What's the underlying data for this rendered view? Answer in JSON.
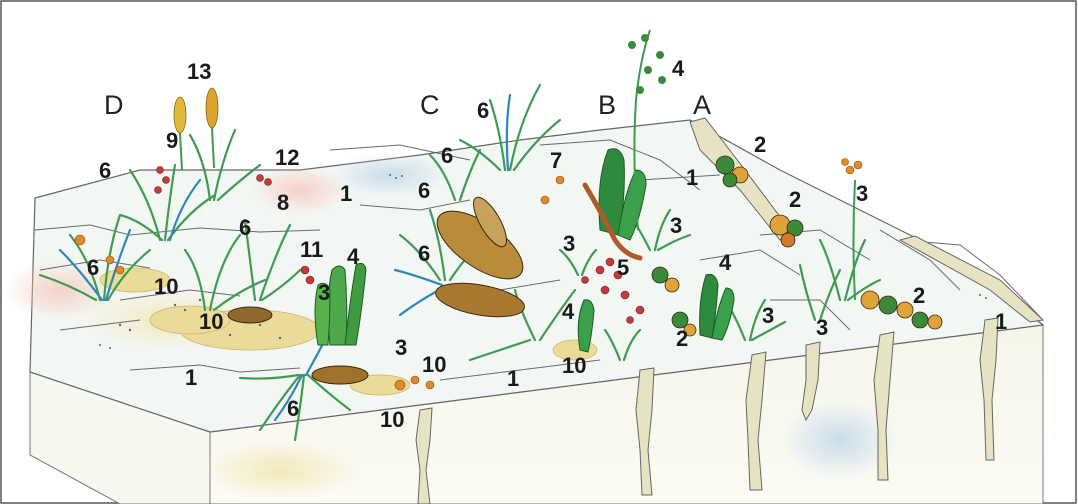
{
  "zones": [
    "D",
    "C",
    "B",
    "A"
  ],
  "labels": [
    "1",
    "1",
    "1",
    "1",
    "1",
    "1",
    "2",
    "2",
    "2",
    "2",
    "3",
    "3",
    "3",
    "3",
    "3",
    "3",
    "3",
    "4",
    "4",
    "4",
    "4",
    "5",
    "6",
    "6",
    "6",
    "6",
    "6",
    "6",
    "6",
    "6",
    "7",
    "8",
    "9",
    "10",
    "10",
    "10",
    "10",
    "10",
    "10",
    "11",
    "12",
    "13"
  ],
  "colors": {
    "frame": "#555555",
    "rock_top": "#f2f6f4",
    "rock_face": "#f1f2e6",
    "grass": "#3f9a52",
    "grass_blue": "#2d87b8",
    "cushion_green": "#2e8b3e",
    "orange_flower": "#e08a2a",
    "red_flower": "#c33a3a",
    "sediment": "#e9dc9a"
  },
  "icons": [
    "grass-tuft-icon",
    "rosette-cushion-icon",
    "flower-spike-icon",
    "moss-clump-icon"
  ]
}
